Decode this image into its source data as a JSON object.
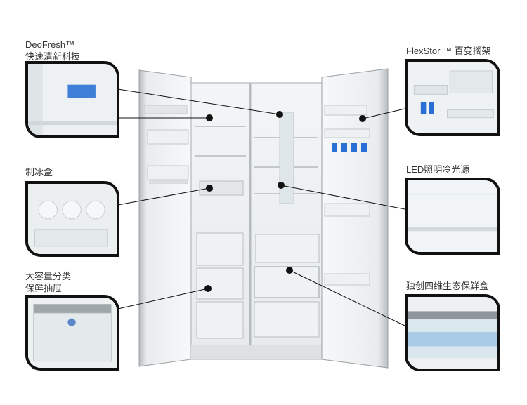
{
  "callouts": {
    "deofresh": {
      "line1": "DeoFresh™",
      "line2": "快速清新科技"
    },
    "flexstor": {
      "line1": "FlexStor ™  百变搁架"
    },
    "ice": {
      "line1": "制冰盒"
    },
    "led": {
      "line1": "LED照明冷光源"
    },
    "drawer": {
      "line1": "大容量分类",
      "line2": "保鲜抽屉"
    },
    "crisper": {
      "line1": "独创四维生态保鲜盒"
    }
  },
  "colors": {
    "frame": "#111111",
    "fridge_body": "#f4f6f7",
    "accent_blue": "#2a6fd6"
  }
}
